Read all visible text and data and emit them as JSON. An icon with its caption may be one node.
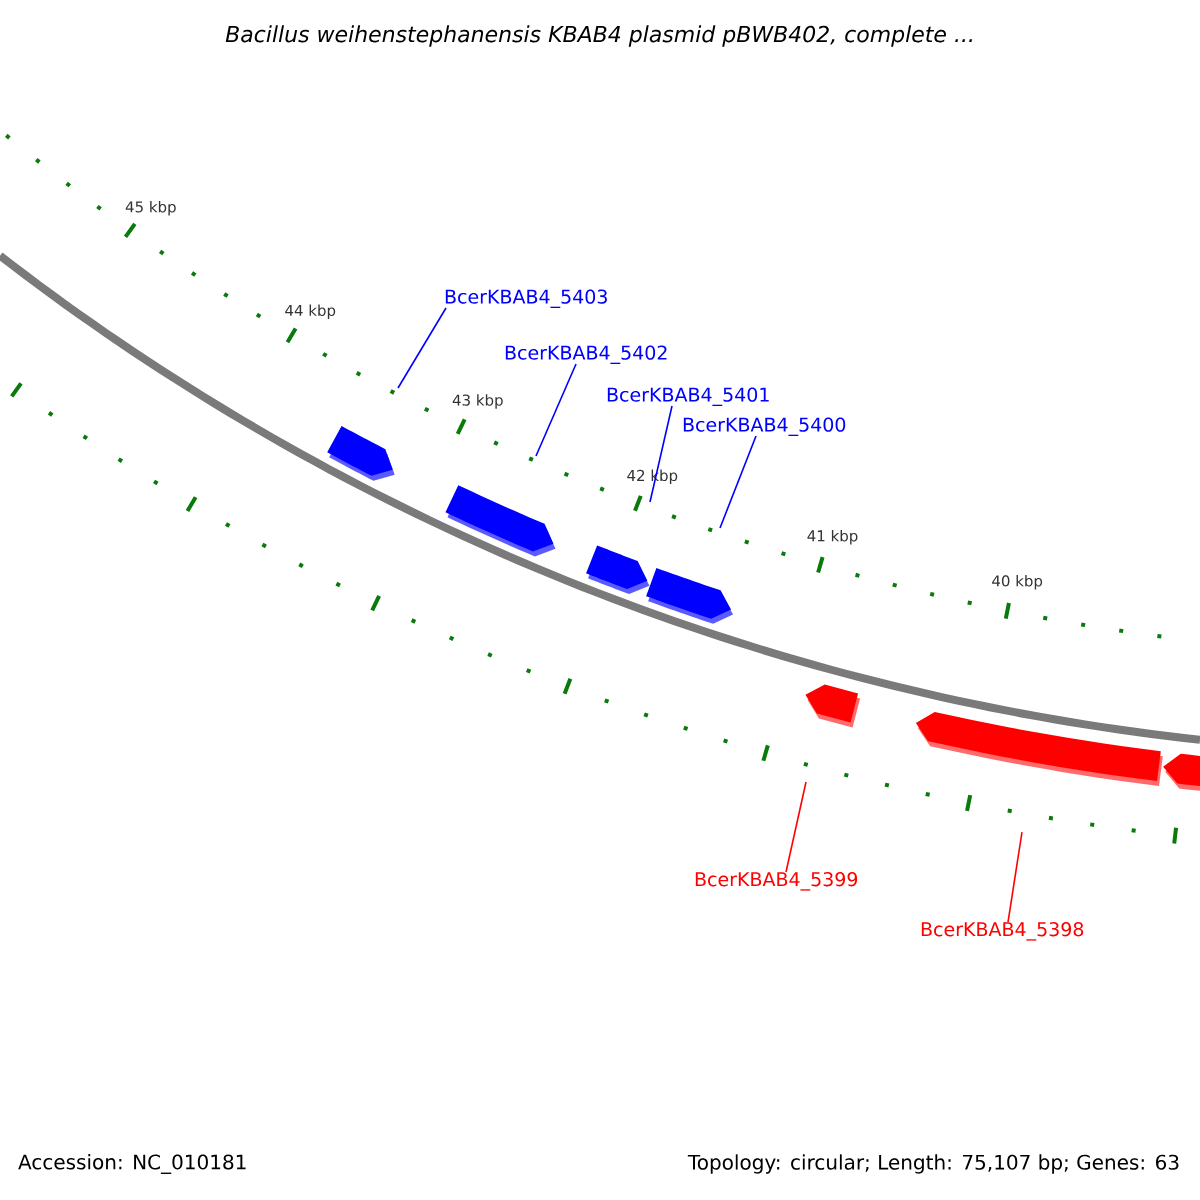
{
  "diagram": {
    "title": "Bacillus weihenstephanensis KBAB4 plasmid pBWB402, complete ...",
    "nodes": [
      {
        "text": [
          "BcerKBAB4_5403"
        ]
      },
      {
        "text": [
          "BcerKBAB4_5402"
        ]
      },
      {
        "text": [
          "BcerKBAB4_5401"
        ]
      },
      {
        "text": [
          "BcerKBAB4_5400"
        ]
      },
      {
        "text": [
          "BcerKBAB4_5399"
        ]
      },
      {
        "text": [
          "BcerKBAB4_5398"
        ]
      }
    ],
    "edges": [
      {
        "from": 0,
        "to": null,
        "arrow": "none"
      },
      {
        "from": 1,
        "to": null,
        "arrow": "none"
      },
      {
        "from": 2,
        "to": null,
        "arrow": "none"
      },
      {
        "from": 3,
        "to": null,
        "arrow": "none"
      },
      {
        "from": 4,
        "to": null,
        "arrow": "none",
        "color": "#ff0000"
      },
      {
        "from": 5,
        "to": null,
        "arrow": "none",
        "color": "#ff0000"
      }
    ],
    "labels": [
      "45 kbp",
      "44 kbp",
      "43 kbp",
      "42 kbp",
      "41 kbp",
      "40 kbp",
      "Accession: NC_010181",
      "Topology: circular; Length: 75,107 bp; Genes: 63"
    ]
  }
}
